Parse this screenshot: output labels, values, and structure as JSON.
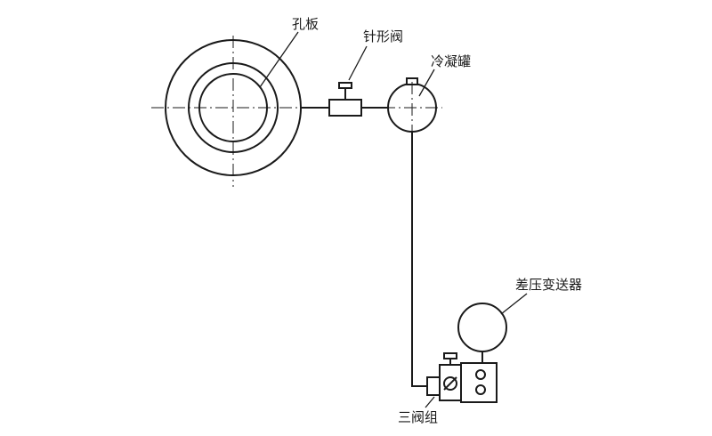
{
  "diagram": {
    "labels": {
      "orifice_plate": "孔板",
      "needle_valve": "针形阀",
      "condensing_tank": "冷凝罐",
      "dp_transmitter": "差压变送器",
      "three_valve_manifold": "三阀组"
    }
  }
}
